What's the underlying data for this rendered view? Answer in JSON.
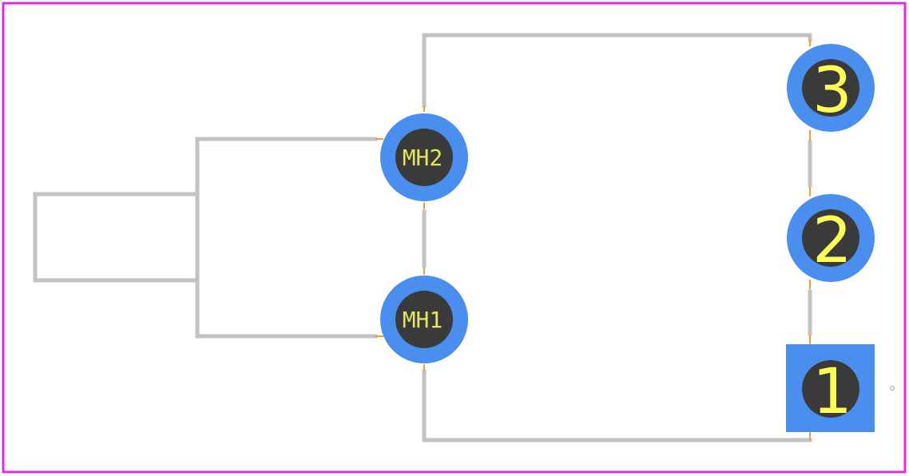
{
  "diagram": {
    "colors": {
      "board_outline": "#e02ce0",
      "silkscreen": "#c2c2c2",
      "pad_copper": "#4a8ef0",
      "drill_hole": "#3a3a3a",
      "pad_text": "#ffff55",
      "mounting_text": "#e6e65a",
      "courtyard_accent": "#f0a030",
      "origin_marker": "#b0b0b0"
    },
    "pads": [
      {
        "id": "pad-1",
        "label": "1",
        "shape": "square"
      },
      {
        "id": "pad-2",
        "label": "2",
        "shape": "round"
      },
      {
        "id": "pad-3",
        "label": "3",
        "shape": "round"
      }
    ],
    "mounting_holes": [
      {
        "id": "mh1",
        "label": "MH1"
      },
      {
        "id": "mh2",
        "label": "MH2"
      }
    ]
  }
}
